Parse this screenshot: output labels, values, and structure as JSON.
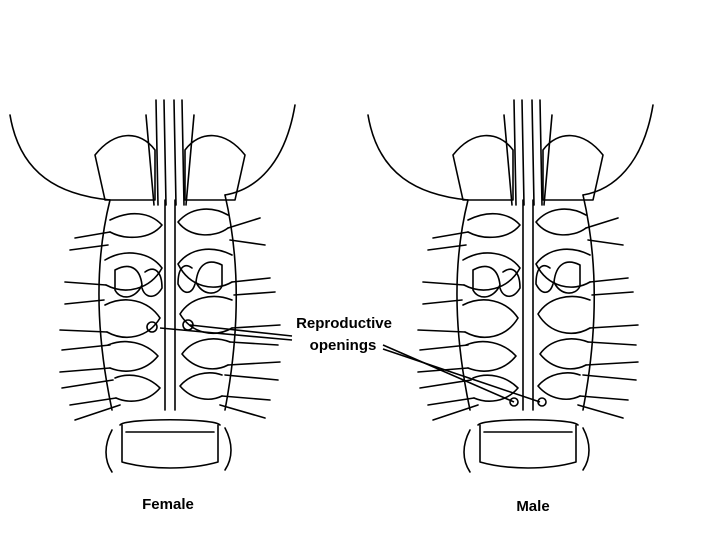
{
  "figure": {
    "panels": [
      {
        "id": "female",
        "caption": "Female"
      },
      {
        "id": "male",
        "caption": "Male"
      }
    ],
    "callout": {
      "line1": "Reproductive",
      "line2": "openings"
    }
  },
  "colors": {
    "background": "#ffffff",
    "ink": "#000000"
  }
}
